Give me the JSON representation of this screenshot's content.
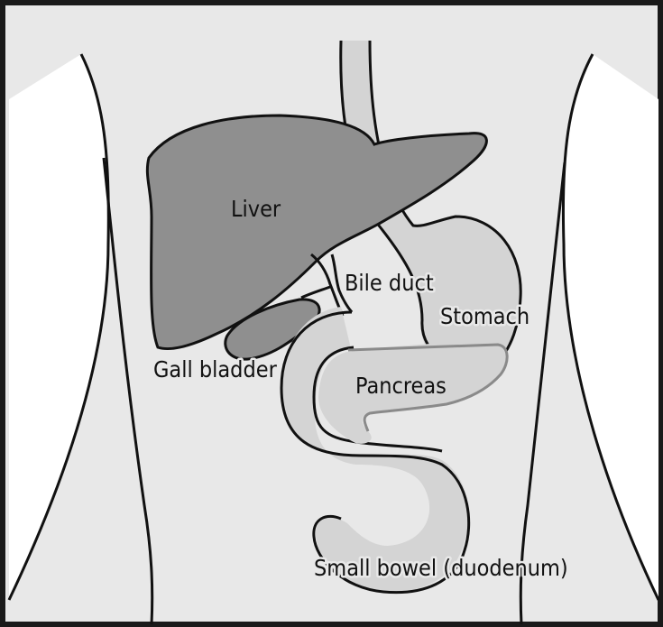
{
  "diagram": {
    "colors": {
      "frame": "#1a1a1a",
      "background": "#e8e8e8",
      "torso_side": "#ffffff",
      "liver_fill": "#8f8f8f",
      "organ_fill": "#d4d4d4",
      "pancreas_outline": "#8a8a8a",
      "outline": "#111111"
    },
    "labels": {
      "liver": "Liver",
      "bile_duct": "Bile duct",
      "stomach": "Stomach",
      "gall_bladder": "Gall bladder",
      "pancreas": "Pancreas",
      "small_bowel": "Small bowel (duodenum)"
    }
  }
}
